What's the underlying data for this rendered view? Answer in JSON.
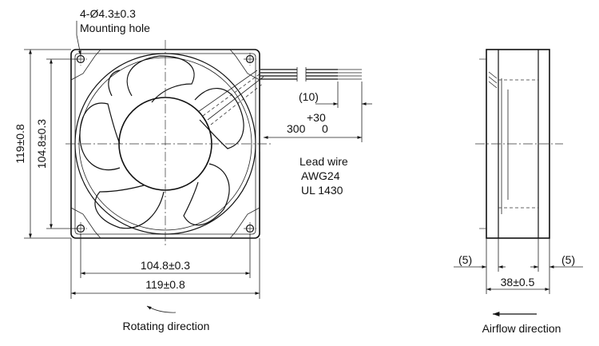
{
  "front_view": {
    "mounting_hole_spec": "4-Ø4.3±0.3",
    "mounting_hole_label": "Mounting hole",
    "outer_height": "119±0.8",
    "hole_pitch_height": "104.8±0.3",
    "hole_pitch_width": "104.8±0.3",
    "outer_width": "119±0.8",
    "rotating_direction_label": "Rotating direction"
  },
  "lead_wire": {
    "strip_length": "(10)",
    "length_tolerance": "+30",
    "length_nominal": "300",
    "length_lower_tolerance": "0",
    "label_line1": "Lead wire",
    "label_line2": "AWG24",
    "label_line3": "UL 1430"
  },
  "side_view": {
    "left_flange": "(5)",
    "right_flange": "(5)",
    "depth": "38±0.5",
    "airflow_direction_label": "Airflow direction"
  }
}
